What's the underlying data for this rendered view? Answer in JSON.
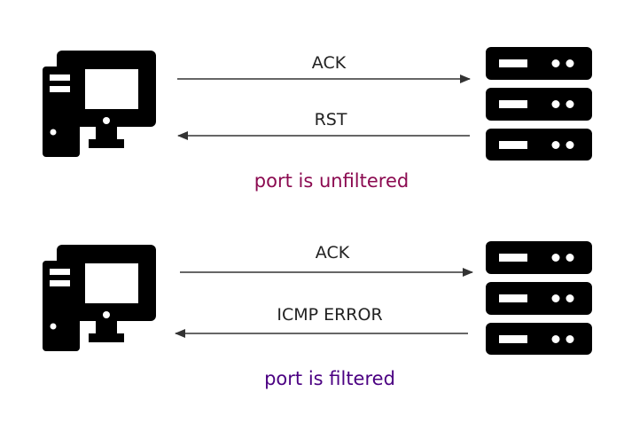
{
  "scenarios": [
    {
      "request": {
        "label": "ACK",
        "direction": "client-to-server"
      },
      "response": {
        "label": "RST",
        "direction": "server-to-client"
      },
      "result": {
        "text": "port is unfiltered",
        "color": "#8b0a50"
      }
    },
    {
      "request": {
        "label": "ACK",
        "direction": "client-to-server"
      },
      "response": {
        "label": "ICMP ERROR",
        "direction": "server-to-client"
      },
      "result": {
        "text": "port is filtered",
        "color": "#4b0082"
      }
    }
  ],
  "icons": {
    "client": "desktop-computer-icon",
    "server": "server-rack-icon"
  },
  "colors": {
    "icon": "#000000",
    "arrow": "#333333",
    "text": "#222222"
  }
}
